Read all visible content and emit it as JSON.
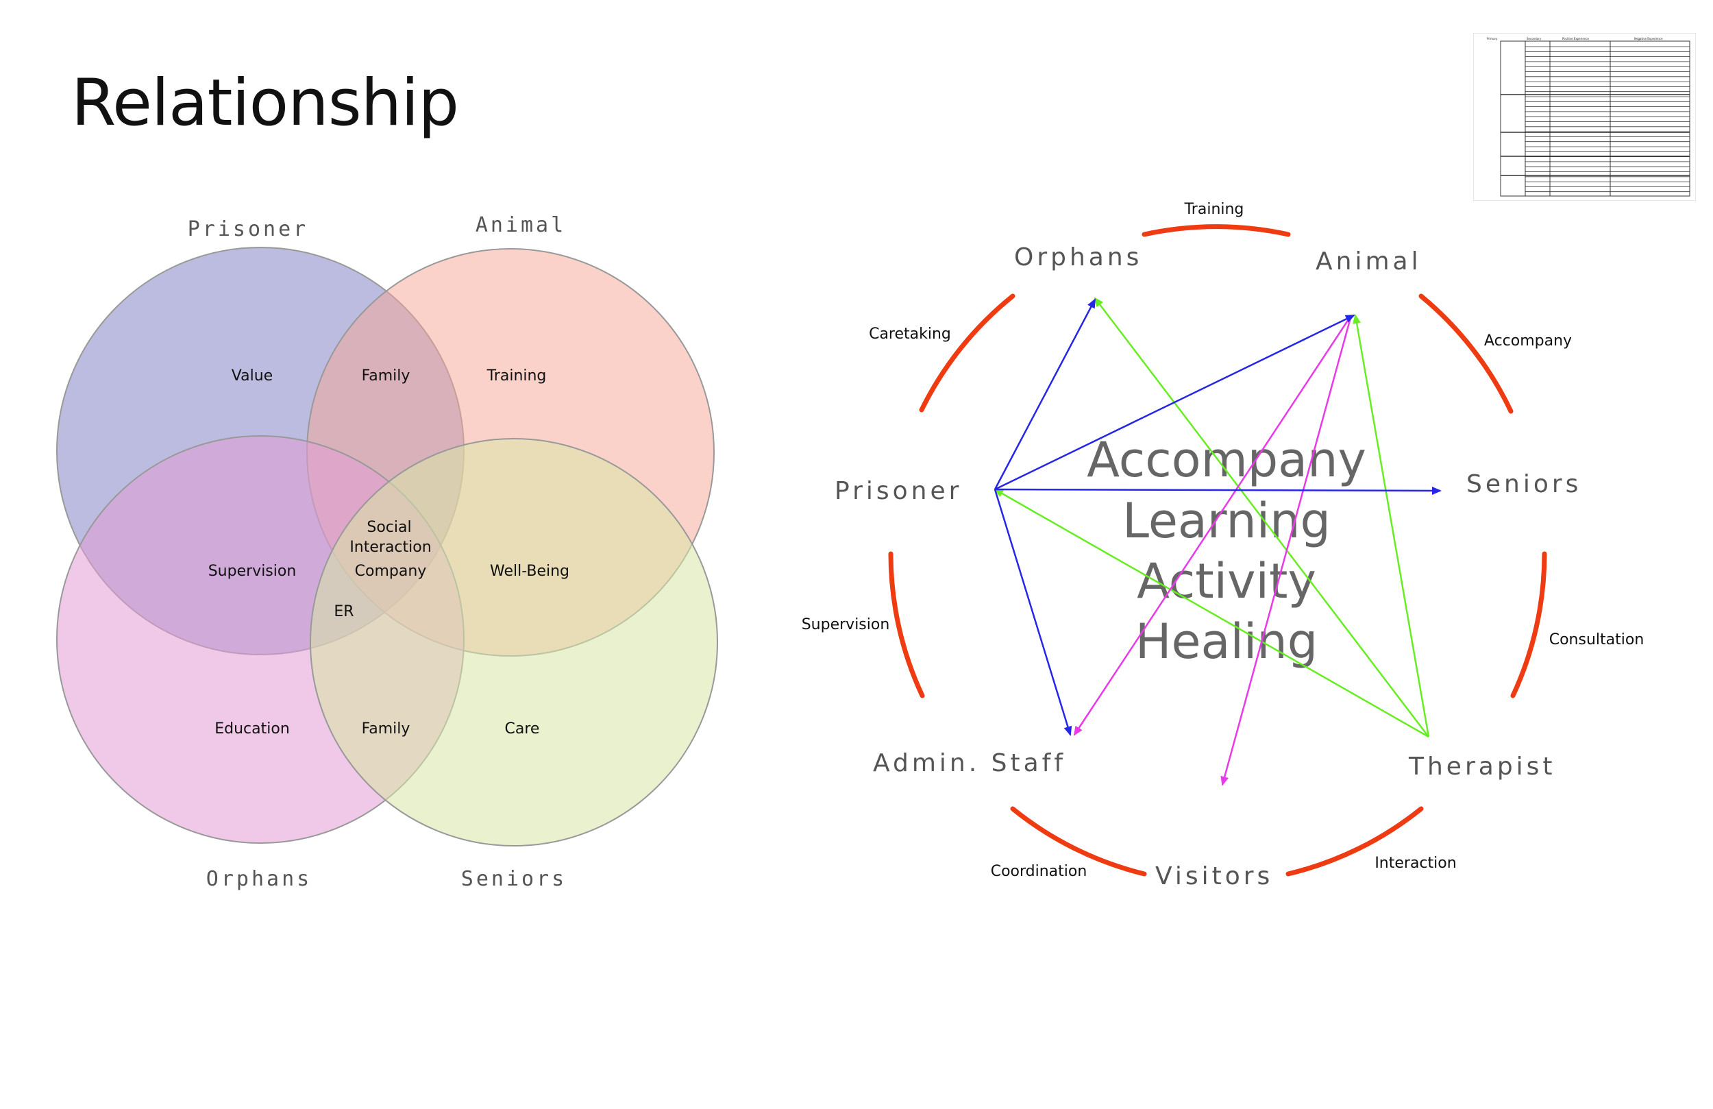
{
  "title": "Relationship",
  "venn": {
    "labels": {
      "prisoner": "Prisoner",
      "animal": "Animal",
      "orphans": "Orphans",
      "seniors": "Seniors"
    },
    "regions": {
      "value": "Value",
      "family_top": "Family",
      "training": "Training",
      "supervision": "Supervision",
      "social": "Social",
      "interaction": "Interaction",
      "company": "Company",
      "well_being": "Well-Being",
      "er": "ER",
      "education": "Education",
      "family_bottom": "Family",
      "care": "Care"
    },
    "colors": {
      "prisoner": "#8d8fc9",
      "animal": "#f7a696",
      "orphans": "#e29cd3",
      "seniors": "#d9e6a6"
    }
  },
  "network": {
    "nodes": {
      "orphans": "Orphans",
      "animal": "Animal",
      "prisoner": "Prisoner",
      "seniors": "Seniors",
      "admin_staff": "Admin. Staff",
      "therapist": "Therapist",
      "visitors": "Visitors"
    },
    "arc_labels": {
      "training": "Training",
      "caretaking": "Caretaking",
      "accompany": "Accompany",
      "supervision": "Supervision",
      "consultation": "Consultation",
      "coordination": "Coordination",
      "interaction": "Interaction"
    },
    "center_words": [
      "Accompany",
      "Learning",
      "Activity",
      "Healing"
    ],
    "colors": {
      "arc": "#ee3b12",
      "blue": "#2626e6",
      "green": "#66ee22",
      "magenta": "#e83ae8",
      "center_text": "#666666"
    }
  }
}
